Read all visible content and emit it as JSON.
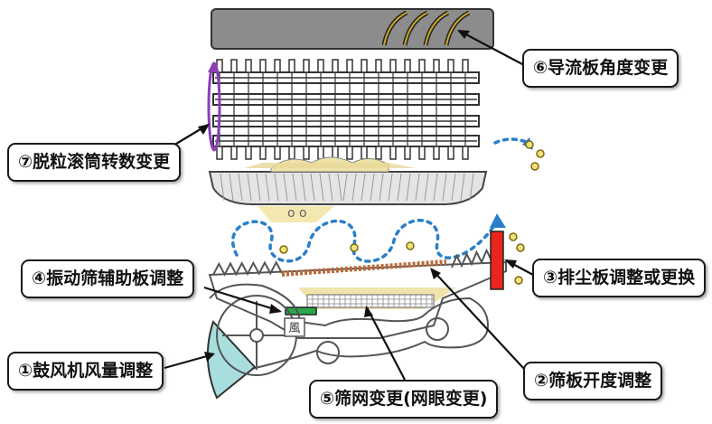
{
  "callouts": {
    "c1": "①鼓风机风量调整",
    "c2": "②筛板开度调整",
    "c3": "③排尘板调整或更换",
    "c4": "④振动筛辅助板调整",
    "c5": "⑤筛网变更(网眼变更)",
    "c6": "⑥导流板角度变更",
    "c7": "⑦脱粒滚筒转数变更"
  },
  "fan_label": "風",
  "colors": {
    "top_cover": "#8c8c8c",
    "guide_vane": "#c8a72a",
    "airflow": "#2a7fc9",
    "grain": "#e8d89a",
    "sieve_plate": "#b86b3a",
    "aux_plate": "#2aa84a",
    "dust_plate": "#e8261e",
    "fan_blade": "#a9dede",
    "frame": "#555555"
  }
}
